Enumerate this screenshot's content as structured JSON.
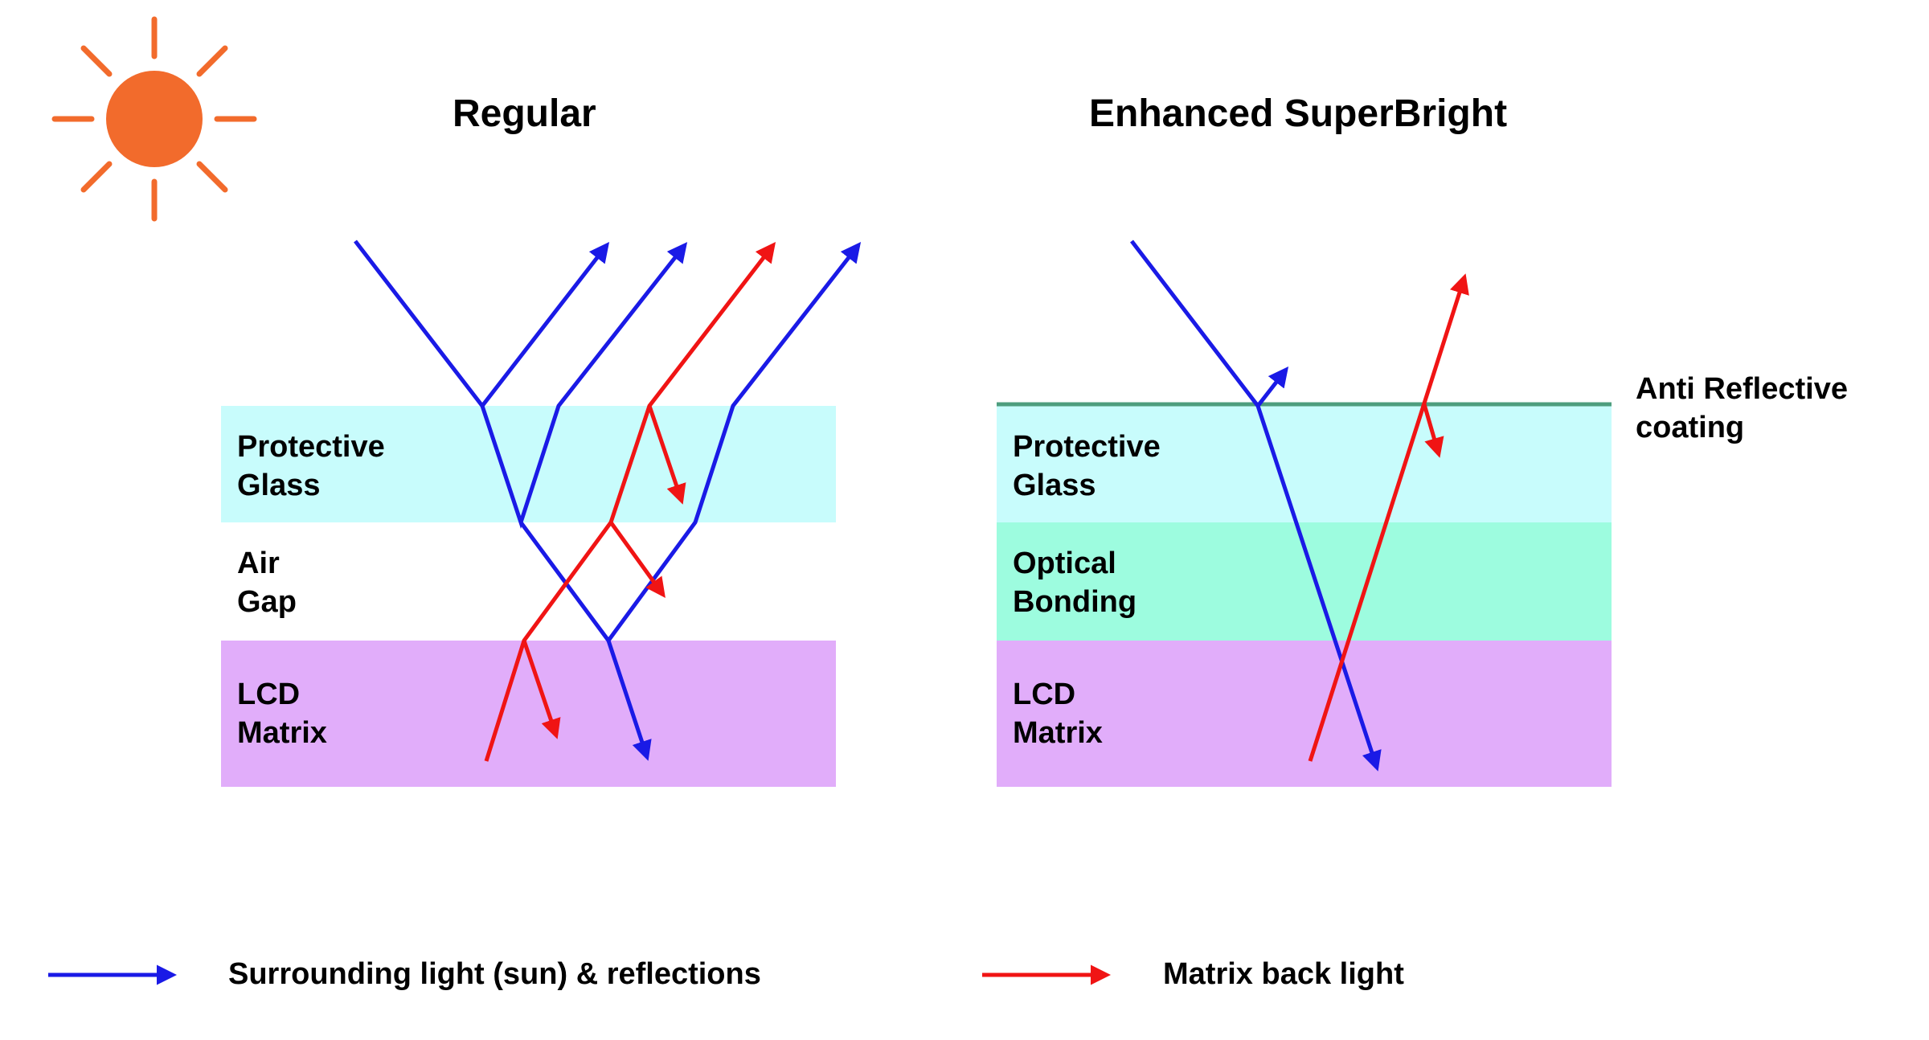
{
  "titles": {
    "regular": "Regular",
    "enhanced": "Enhanced SuperBright"
  },
  "regular_layers": {
    "protective_glass": [
      "Protective",
      "Glass"
    ],
    "air_gap": [
      "Air",
      "Gap"
    ],
    "lcd_matrix": [
      "LCD",
      "Matrix"
    ]
  },
  "enhanced_layers": {
    "protective_glass": [
      "Protective",
      "Glass"
    ],
    "optical_bonding": [
      "Optical",
      "Bonding"
    ],
    "lcd_matrix": [
      "LCD",
      "Matrix"
    ],
    "coating": [
      "Anti Reflective",
      "coating"
    ]
  },
  "legend": {
    "blue_label": "Surrounding light (sun) & reflections",
    "red_label": "Matrix back light"
  },
  "colors": {
    "sun": "#F26B2C",
    "glass": "#C8FCFC",
    "bonding": "#9DFCDF",
    "lcd": "#E1ADFA",
    "coating": "#4E9E7E",
    "blue_ray": "#1A1AE6",
    "red_ray": "#F01414"
  },
  "icons": {
    "sun": "sun-icon"
  }
}
